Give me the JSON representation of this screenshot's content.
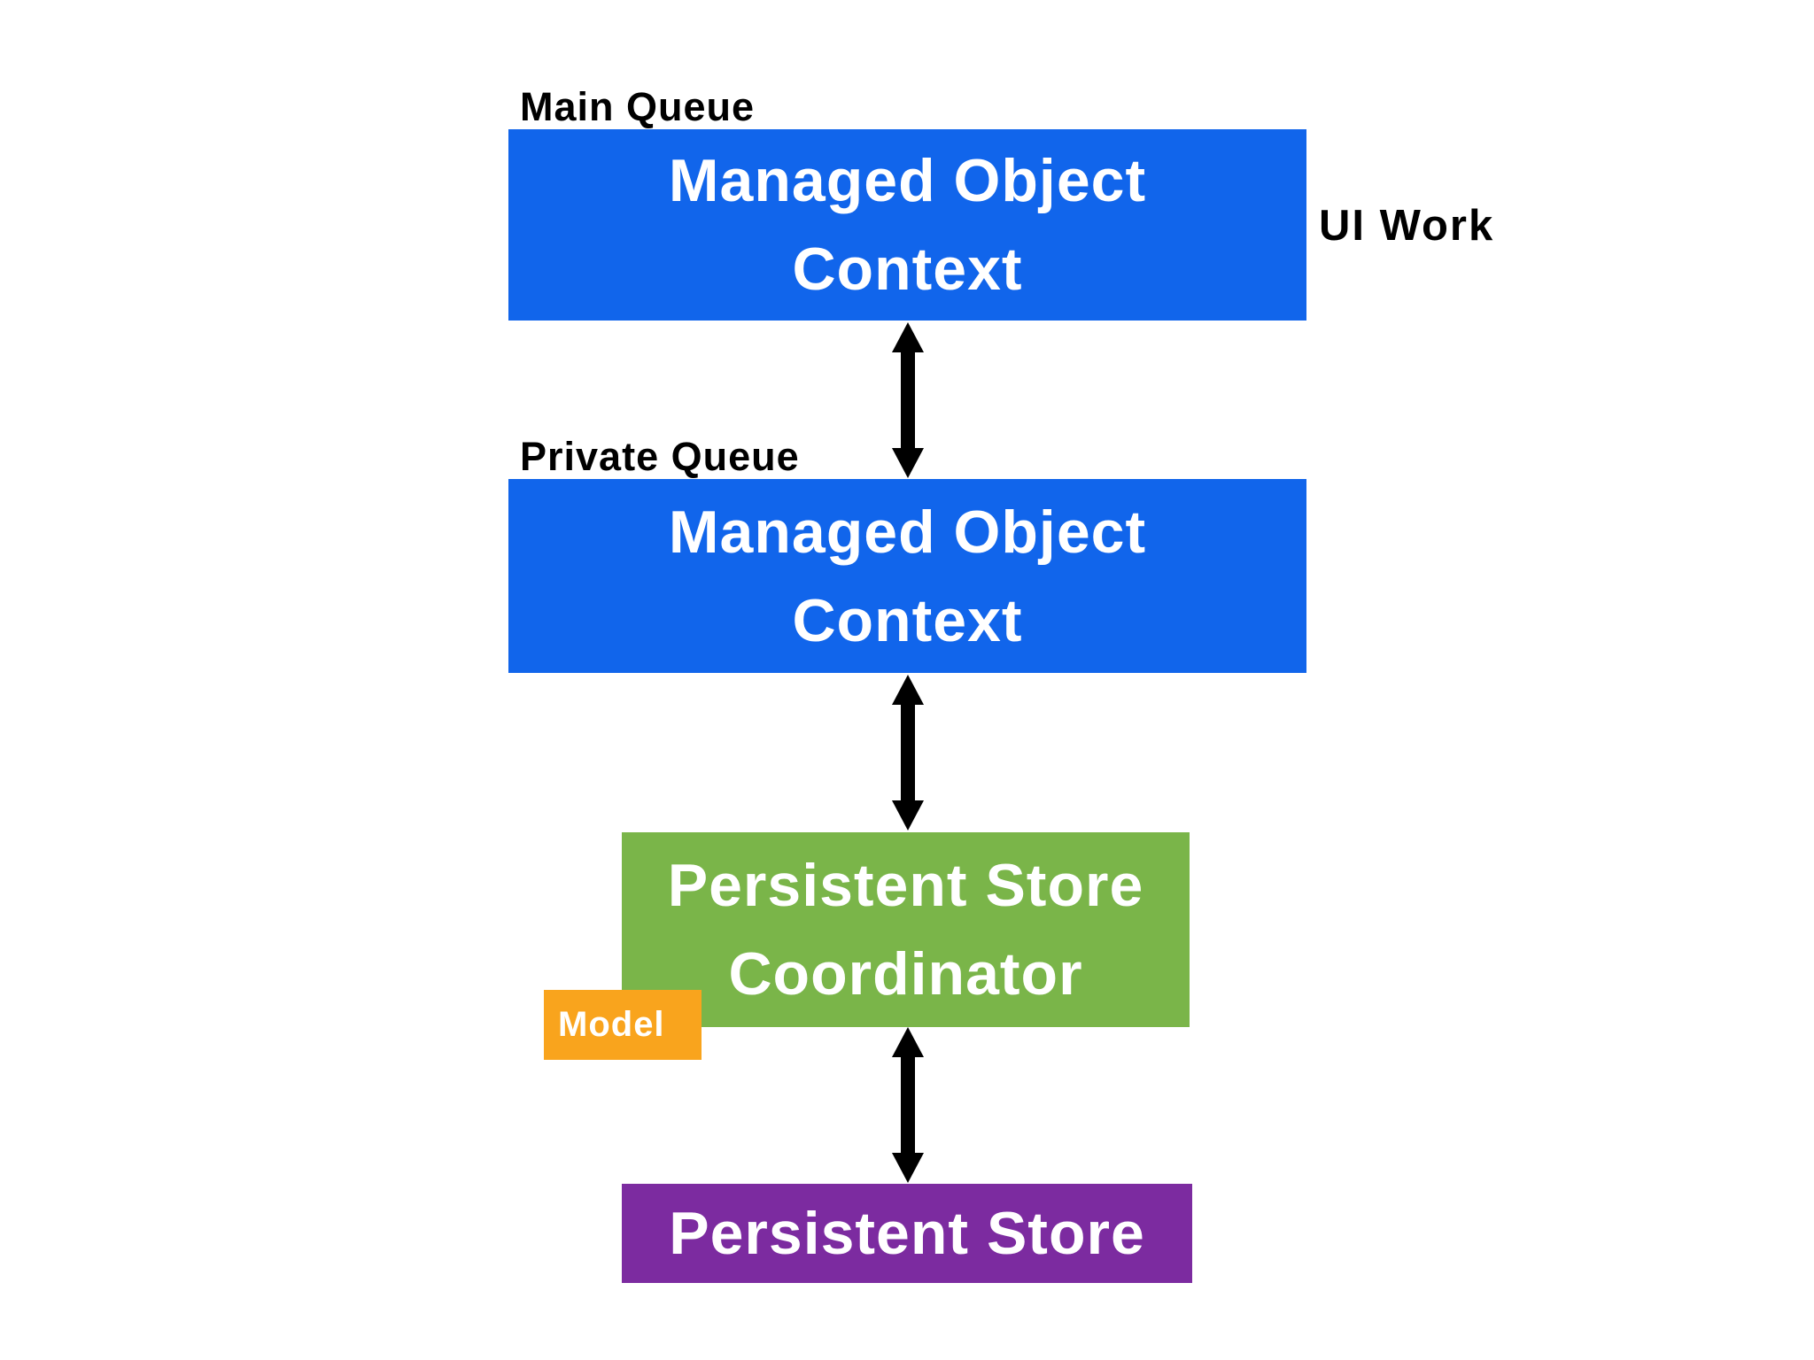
{
  "colors": {
    "blue": "#1165EB",
    "green": "#7AB549",
    "orange": "#F9A41D",
    "purple": "#7C2BA0",
    "box_text": "#FFFFFF",
    "label_text": "#000000",
    "arrow": "#000000"
  },
  "labels": {
    "main_queue": "Main Queue",
    "private_queue": "Private Queue",
    "ui_work": "UI Work"
  },
  "boxes": {
    "moc_main": {
      "line1": "Managed Object",
      "line2": "Context"
    },
    "moc_private": {
      "line1": "Managed Object",
      "line2": "Context"
    },
    "psc": {
      "line1": "Persistent Store",
      "line2": "Coordinator"
    },
    "model": {
      "label": "Model"
    },
    "persistent_store": {
      "label": "Persistent Store"
    }
  },
  "icons": {
    "arrow_between_contexts": "double-headed-vertical-arrow",
    "arrow_context_to_coordinator": "double-headed-vertical-arrow",
    "arrow_coordinator_to_store": "double-headed-vertical-arrow"
  }
}
